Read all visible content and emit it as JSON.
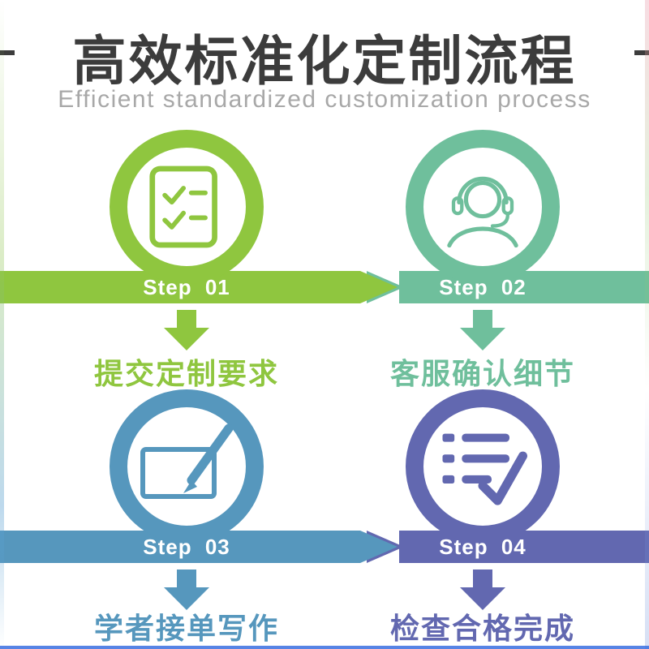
{
  "title": {
    "text": "高效标准化定制流程",
    "subtitle": "Efficient standardized customization process"
  },
  "colors": {
    "step1": "#8fc63f",
    "step2": "#6fbf9c",
    "step3": "#5697bd",
    "step4": "#6268b0",
    "title": "#3c3c3c",
    "subtitle": "#a8a8a8",
    "bar_text": "#ffffff",
    "edge_bottom": "#3a6fe0"
  },
  "steps": [
    {
      "label": "Step 01",
      "caption": "提交定制要求",
      "icon": "checklist-icon"
    },
    {
      "label": "Step 02",
      "caption": "客服确认细节",
      "icon": "headset-icon"
    },
    {
      "label": "Step 03",
      "caption": "学者接单写作",
      "icon": "pen-writing-icon"
    },
    {
      "label": "Step 04",
      "caption": "检查合格完成",
      "icon": "checklist-check-icon"
    }
  ]
}
